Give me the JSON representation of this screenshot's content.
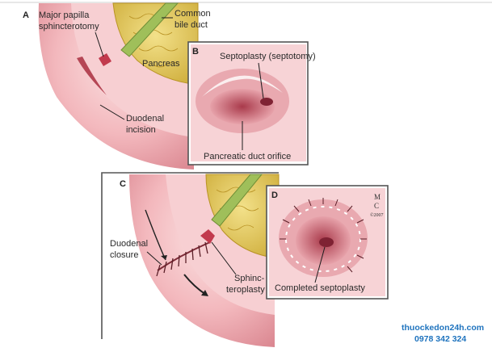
{
  "panels": {
    "a": {
      "letter": "A",
      "label_papilla_line1": "Major papilla",
      "label_papilla_line2": "sphincterotomy",
      "label_bile_line1": "Common",
      "label_bile_line2": "bile duct",
      "label_pancreas": "Pancreas",
      "label_incision_line1": "Duodenal",
      "label_incision_line2": "incision"
    },
    "b": {
      "letter": "B",
      "label_septoplasty": "Septoplasty (septotomy)",
      "label_orifice": "Pancreatic duct orifice"
    },
    "c": {
      "letter": "C",
      "label_closure_line1": "Duodenal",
      "label_closure_line2": "closure",
      "label_sphinc_line1": "Sphinc-",
      "label_sphinc_line2": "teroplasty"
    },
    "d": {
      "letter": "D",
      "label_completed": "Completed septoplasty"
    }
  },
  "corner_mark": {
    "line1": "M",
    "line2": "C",
    "line3": "©2007"
  },
  "watermark": {
    "site": "thuockedon24h.com",
    "phone": "0978 342 324"
  },
  "colors": {
    "tissue": "#f3b8bd",
    "tissue_dark": "#d9737e",
    "pancreas": "#e7cf60",
    "duct": "#9fbf5a",
    "link": "#1e73be"
  }
}
